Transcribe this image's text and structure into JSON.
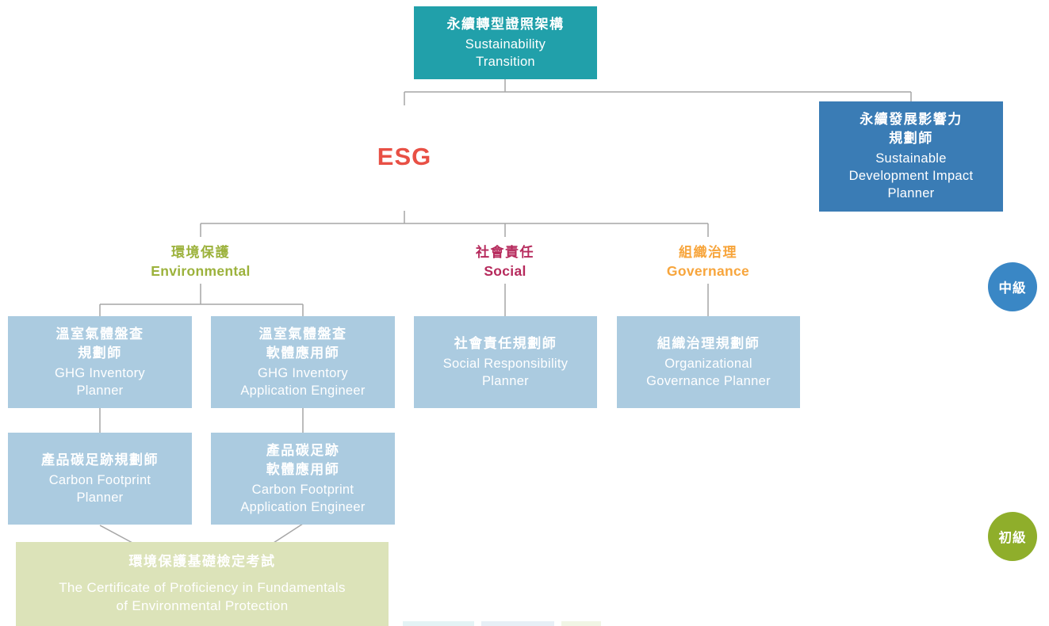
{
  "palette": {
    "teal": "#21A0AA",
    "blue": "#3A7CB5",
    "light_blue": "#ABCBE0",
    "light_green": "#DCE3B9",
    "olive_green": "#9CB23C",
    "red": "#E85045",
    "magenta": "#B62A5C",
    "orange": "#F7A53C",
    "badge_blue": "#3A87C5",
    "badge_green": "#8FAE2B",
    "connector_gray": "#A6A6A6"
  },
  "root_card": {
    "zh": [
      "永續轉型證照架構"
    ],
    "en": [
      "Sustainability",
      "Transition"
    ]
  },
  "impact_card": {
    "zh": [
      "永續發展影響力",
      "規劃師"
    ],
    "en": [
      "Sustainable",
      "Development Impact",
      "Planner"
    ]
  },
  "esg_heading": "ESG",
  "branches": [
    {
      "zh": "環境保護",
      "en": "Environmental"
    },
    {
      "zh": "社會責任",
      "en": "Social"
    },
    {
      "zh": "組織治理",
      "en": "Governance"
    }
  ],
  "cards": [
    {
      "zh": [
        "溫室氣體盤查",
        "規劃師"
      ],
      "en": [
        "GHG Inventory",
        "Planner"
      ]
    },
    {
      "zh": [
        "溫室氣體盤查",
        "軟體應用師"
      ],
      "en": [
        "GHG Inventory",
        "Application Engineer"
      ]
    },
    {
      "zh": [
        "社會責任規劃師"
      ],
      "en": [
        "Social Responsibility",
        "Planner"
      ]
    },
    {
      "zh": [
        "組織治理規劃師"
      ],
      "en": [
        "Organizational",
        "Governance Planner"
      ]
    },
    {
      "zh": [
        "產品碳足跡規劃師"
      ],
      "en": [
        "Carbon Footprint",
        "Planner"
      ]
    },
    {
      "zh": [
        "產品碳足跡",
        "軟體應用師"
      ],
      "en": [
        "Carbon Footprint",
        "Application Engineer"
      ]
    }
  ],
  "foundation_card": {
    "zh": [
      "環境保護基礎檢定考試"
    ],
    "en": [
      "The Certificate of Proficiency in Fundamentals",
      "of Environmental Protection"
    ]
  },
  "level_badges": [
    {
      "label": "中級"
    },
    {
      "label": "初級"
    }
  ]
}
